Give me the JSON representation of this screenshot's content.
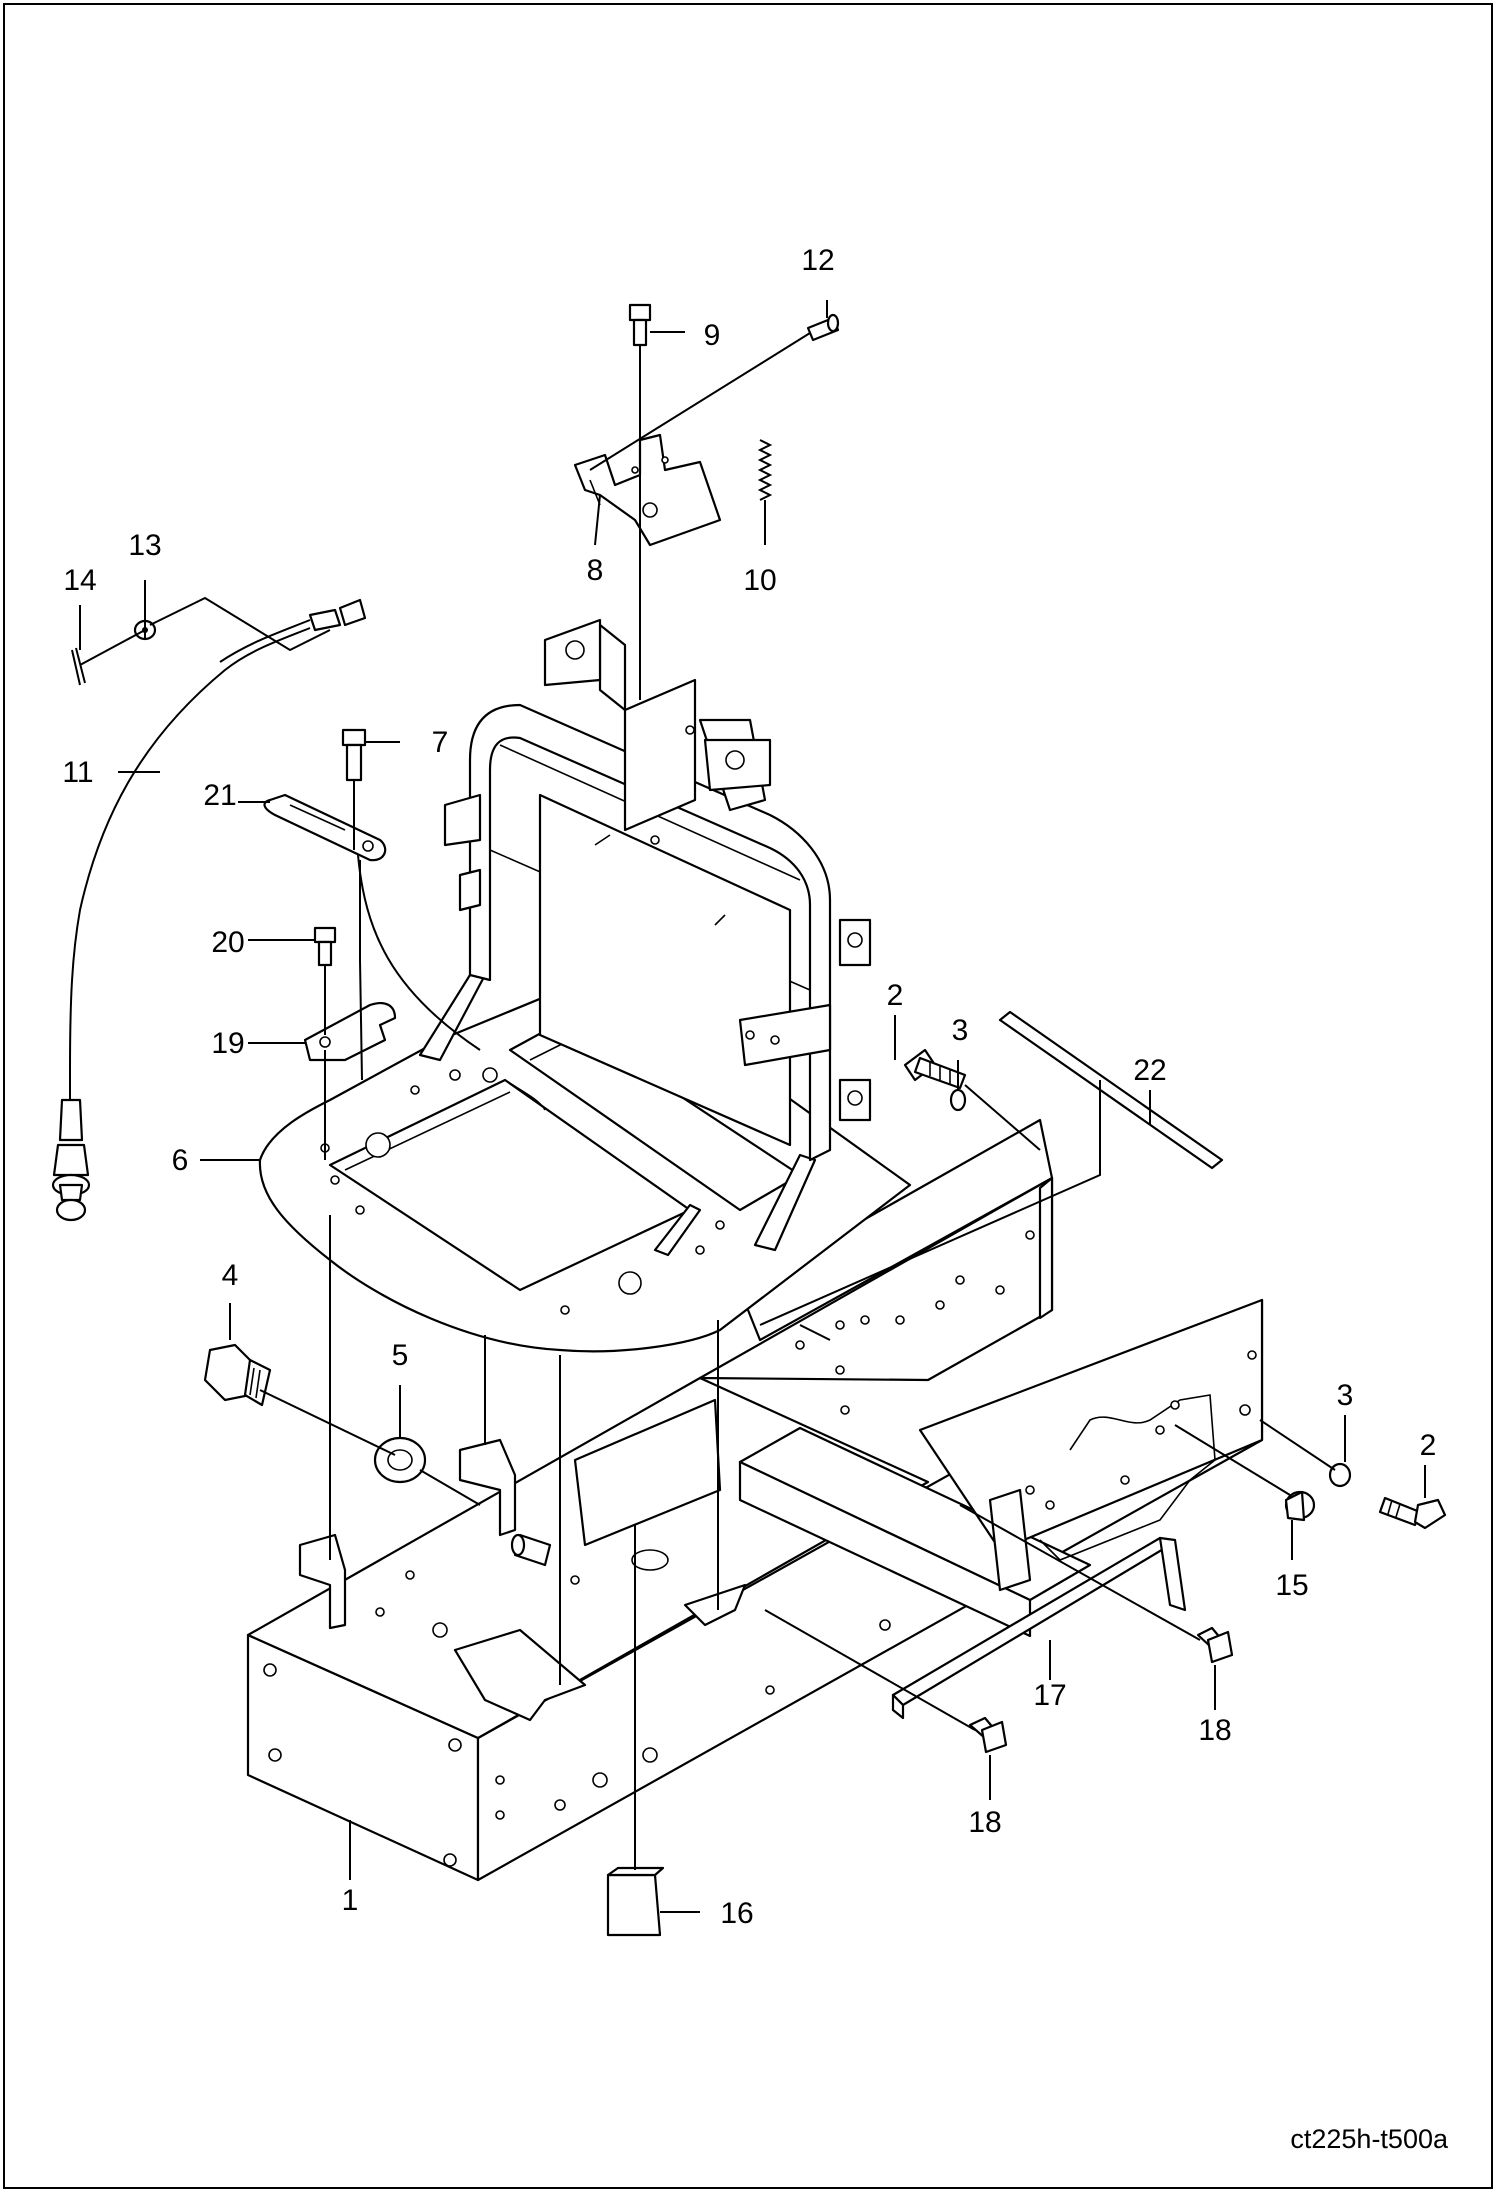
{
  "drawing_code": "ct225h-t500a",
  "callouts": [
    {
      "id": "c1",
      "label": "1"
    },
    {
      "id": "c2a",
      "label": "2"
    },
    {
      "id": "c2b",
      "label": "2"
    },
    {
      "id": "c3a",
      "label": "3"
    },
    {
      "id": "c3b",
      "label": "3"
    },
    {
      "id": "c4",
      "label": "4"
    },
    {
      "id": "c5",
      "label": "5"
    },
    {
      "id": "c6",
      "label": "6"
    },
    {
      "id": "c7",
      "label": "7"
    },
    {
      "id": "c8",
      "label": "8"
    },
    {
      "id": "c9",
      "label": "9"
    },
    {
      "id": "c10",
      "label": "10"
    },
    {
      "id": "c11",
      "label": "11"
    },
    {
      "id": "c12",
      "label": "12"
    },
    {
      "id": "c13",
      "label": "13"
    },
    {
      "id": "c14",
      "label": "14"
    },
    {
      "id": "c15",
      "label": "15"
    },
    {
      "id": "c16",
      "label": "16"
    },
    {
      "id": "c17",
      "label": "17"
    },
    {
      "id": "c18a",
      "label": "18"
    },
    {
      "id": "c18b",
      "label": "18"
    },
    {
      "id": "c19",
      "label": "19"
    },
    {
      "id": "c20",
      "label": "20"
    },
    {
      "id": "c21",
      "label": "21"
    },
    {
      "id": "c22",
      "label": "22"
    }
  ]
}
